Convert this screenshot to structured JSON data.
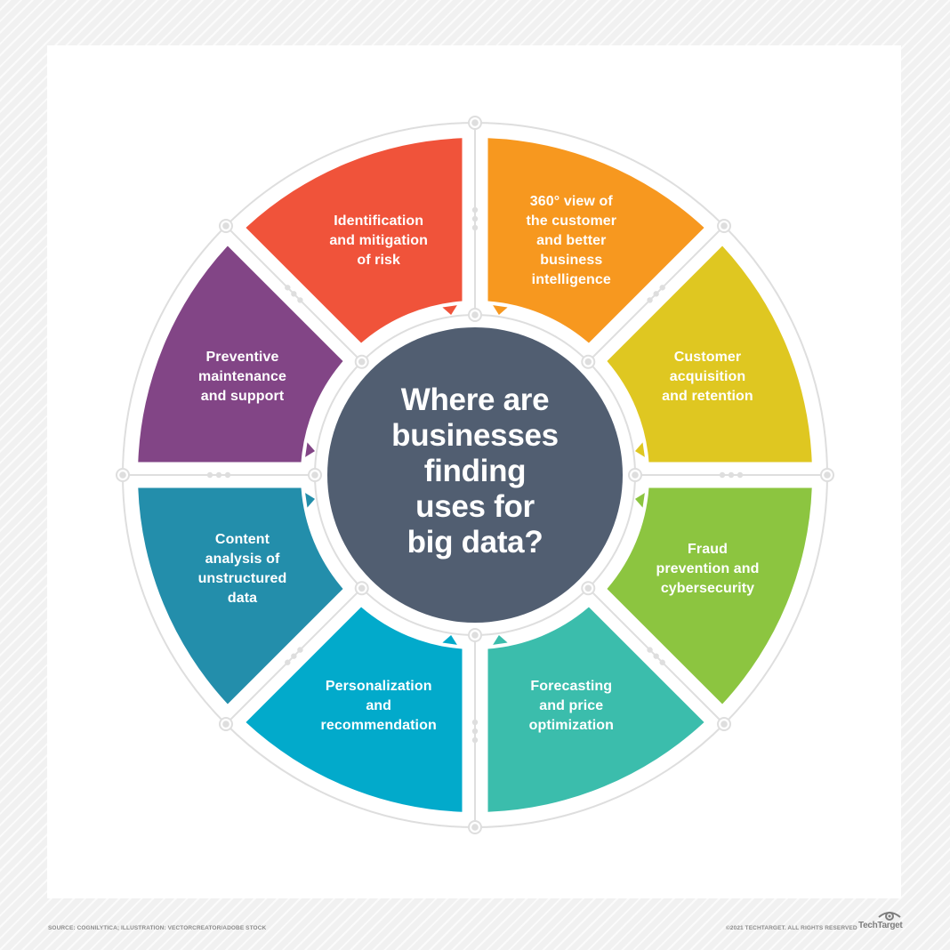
{
  "center": {
    "title": "Where are\nbusinesses\nfinding\nuses for\nbig data?",
    "color": "#515e71"
  },
  "segments": [
    {
      "label": "360° view of\nthe customer\nand better\nbusiness\nintelligence",
      "color": "#f7981f",
      "position": "top-right"
    },
    {
      "label": "Customer\nacquisition\nand retention",
      "color": "#dfc721",
      "position": "right-upper"
    },
    {
      "label": "Fraud\nprevention and\ncybersecurity",
      "color": "#8cc540",
      "position": "right-lower"
    },
    {
      "label": "Forecasting\nand price\noptimization",
      "color": "#3bbdac",
      "position": "bottom-right"
    },
    {
      "label": "Personalization\nand\nrecommendation",
      "color": "#02aacb",
      "position": "bottom-left"
    },
    {
      "label": "Content\nanalysis of\nunstructured\ndata",
      "color": "#238eab",
      "position": "left-lower"
    },
    {
      "label": "Preventive\nmaintenance\nand support",
      "color": "#824586",
      "position": "left-upper"
    },
    {
      "label": "Identification\nand mitigation\nof risk",
      "color": "#f0533a",
      "position": "top-left"
    }
  ],
  "ring_color": "#dedede",
  "footer": {
    "source": "SOURCE: COGNILYTICA; ILLUSTRATION: VECTORCREATOR/ADOBE STOCK",
    "copyright": "©2021 TECHTARGET. ALL RIGHTS RESERVED",
    "brand": "TechTarget",
    "brand_icon": "eye-logo-icon"
  }
}
